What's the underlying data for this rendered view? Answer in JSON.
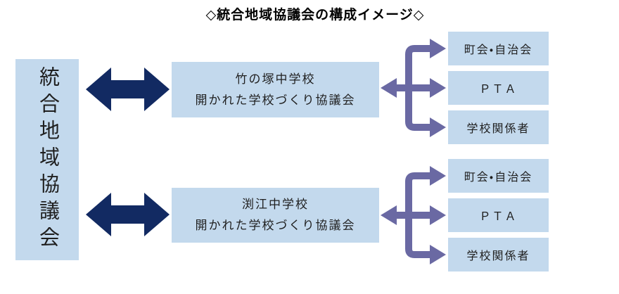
{
  "title": "◇統合地域協議会の構成イメージ◇",
  "colors": {
    "box_fill": "#C3D9ED",
    "navy": "#122A62",
    "purple": "#6A69A3",
    "text": "#1F1F1F",
    "title_color": "#000000"
  },
  "council": {
    "label": "統合地域協議会"
  },
  "groups": [
    {
      "school": {
        "line1": "竹の塚中学校",
        "line2": "開かれた学校づくり協議会"
      },
      "members": [
        "町会・自治会",
        "ＰＴＡ",
        "学校関係者"
      ]
    },
    {
      "school": {
        "line1": "渕江中学校",
        "line2": "開かれた学校づくり協議会"
      },
      "members": [
        "町会・自治会",
        "ＰＴＡ",
        "学校関係者"
      ]
    }
  ]
}
